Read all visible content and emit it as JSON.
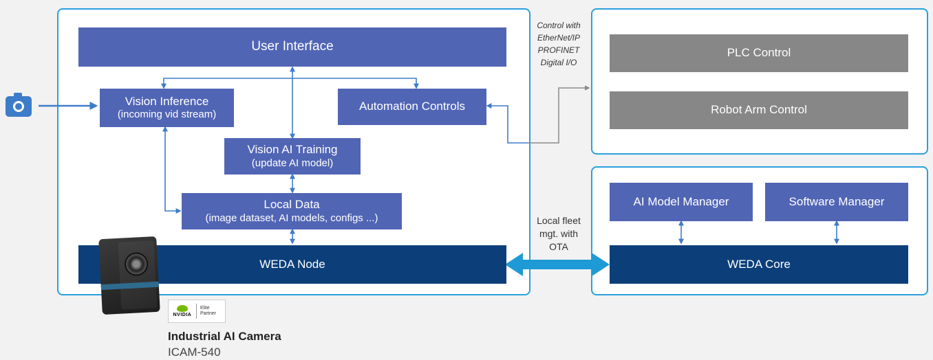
{
  "diagram": {
    "node": {
      "user_interface": "User Interface",
      "vision_inference": {
        "title": "Vision Inference",
        "subtitle": "(incoming vid stream)"
      },
      "automation_controls": "Automation Controls",
      "vision_ai_training": {
        "title": "Vision AI Training",
        "subtitle": "(update AI model)"
      },
      "local_data": {
        "title": "Local Data",
        "subtitle": "(image dataset, AI models, configs ...)"
      },
      "weda_node": "WEDA Node"
    },
    "control": {
      "plc_control": "PLC Control",
      "robot_arm_control": "Robot Arm Control"
    },
    "core": {
      "ai_model_manager": "AI Model Manager",
      "software_manager": "Software Manager",
      "weda_core": "WEDA Core"
    },
    "notes": {
      "control_protocols": "Control with\nEtherNet/IP\nPROFINET\nDigital I/O",
      "fleet": "Local fleet\nmgt. with\nOTA"
    },
    "product": {
      "badge_brand": "NVIDIA",
      "badge_tier": "Elite\nPartner",
      "name": "Industrial AI Camera",
      "model": "ICAM-540"
    }
  },
  "icons": [
    "camera-icon",
    "camera-product-photo",
    "nvidia-logo"
  ],
  "colors": {
    "panel_border": "#2a9fdc",
    "box_blue": "#5165b5",
    "box_navy": "#0c3f79",
    "box_gray": "#878787",
    "connector": "#3d7cc9",
    "ota_arrow": "#1e9ad6"
  }
}
